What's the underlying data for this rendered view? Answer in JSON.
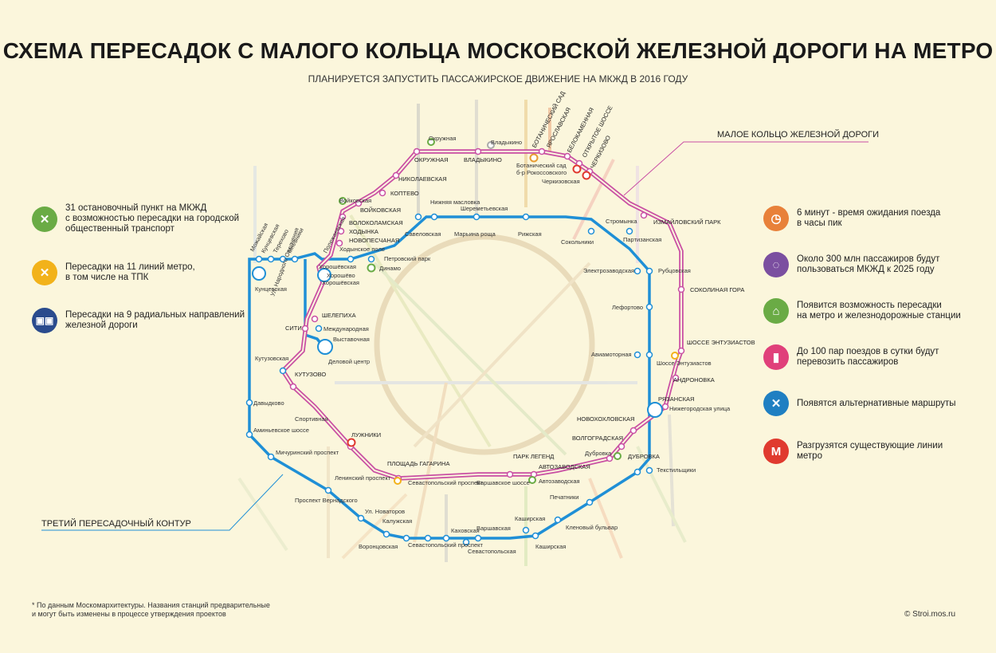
{
  "title": "СХЕМА ПЕРЕСАДОК С МАЛОГО КОЛЬЦА МОСКОВСКОЙ ЖЕЛЕЗНОЙ ДОРОГИ НА МЕТРО",
  "subtitle": "ПЛАНИРУЕТСЯ ЗАПУСТИТЬ ПАССАЖИРСКОЕ ДВИЖЕНИЕ НА МКЖД В 2016 ГОДУ",
  "callouts": {
    "mkzd": "МАЛОЕ КОЛЬЦО ЖЕЛЕЗНОЙ ДОРОГИ",
    "tpk": "ТРЕТИЙ ПЕРЕСАДОЧНЫЙ КОНТУР"
  },
  "legend_left": [
    {
      "icon": "rail-cross-icon",
      "color": "#6aab45",
      "line1": "31 остановочный пункт на МКЖД",
      "line2": "с возможностью пересадки на городской",
      "line3": "общественный транспорт"
    },
    {
      "icon": "metro-cross-icon",
      "color": "#f2b21a",
      "line1": "Пересадки на 11 линий метро,",
      "line2": "в том числе на ТПК",
      "line3": ""
    },
    {
      "icon": "train-icon",
      "color": "#2a4b8d",
      "line1": "Пересадки на 9 радиальных направлений",
      "line2": "железной дороги",
      "line3": ""
    }
  ],
  "legend_right": [
    {
      "icon": "clock-icon",
      "color": "#e8813a",
      "line1": "6 минут - время ожидания поезда",
      "line2": "в часы пик"
    },
    {
      "icon": "people-icon",
      "color": "#7b4fa0",
      "line1": "Около 300 млн пассажиров будут",
      "line2": "пользоваться МКЖД к 2025 году"
    },
    {
      "icon": "station-icon",
      "color": "#6aab45",
      "line1": "Появится возможность пересадки",
      "line2": "на метро и железнодорожные станции"
    },
    {
      "icon": "train-front-icon",
      "color": "#e0407a",
      "line1": "До 100 пар поездов в сутки будут",
      "line2": "перевозить пассажиров"
    },
    {
      "icon": "route-icon",
      "color": "#1f7fc2",
      "line1": "Появятся альтернативные маршруты",
      "line2": ""
    },
    {
      "icon": "metro-logo-icon",
      "color": "#e03a2f",
      "line1": "Разгрузятся существующие линии метро",
      "line2": ""
    }
  ],
  "mkzd_stations": [
    "Окружная",
    "Владыкино",
    "Ботанический сад",
    "Ярославская",
    "Белокаменная",
    "Открытое шоссе",
    "Черкизово",
    "Николаевская",
    "Коптево",
    "Войковская",
    "Волоколамская",
    "Ходынка",
    "Новопесчаная",
    "Измайловский парк",
    "Соколиная гора",
    "Шоссе Энтузиастов",
    "Андроновка",
    "Рязанская",
    "Новохохловская",
    "Волгоградская",
    "Дубровка",
    "Автозаводская",
    "Парк Легенд",
    "Площадь Гагарина",
    "Лужники",
    "Кутузово",
    "Шелепиха",
    "Сити",
    "Хорошёвская",
    "Полежаевская"
  ],
  "tpk_stations": [
    "Савеловская",
    "Марьина роща",
    "Рижская",
    "Сокольники",
    "Нижняя масловка",
    "Шереметьевская",
    "Стромынка",
    "Партизанская",
    "Рубцовская",
    "Электрозаводская",
    "Лефортово",
    "Авиамоторная",
    "Шоссе Энтузиастов",
    "Нижегородская улица",
    "Текстильщики",
    "Печатники",
    "Кленовый бульвар",
    "Каширская",
    "Варшавская",
    "Каховская",
    "Севастопольская",
    "Севастопольский проспект",
    "Калужская",
    "Ул. Новаторов",
    "Воронцовская",
    "Проспект Вернадского",
    "Мичуринский проспект",
    "Аминьевское шоссе",
    "Давыдково",
    "Кутузовская",
    "Деловой центр",
    "Выставочная",
    "Международная",
    "Хорошёво",
    "Ходынское поле",
    "Петровский парк",
    "Динамо",
    "Можайская",
    "Кунцевская",
    "Терехово",
    "Мнёвники",
    "Ул. Народного Ополчения"
  ],
  "other_labels": [
    "Окружная",
    "Владыкино",
    "Ботанический сад",
    "б-р Рокоссовского",
    "Черкизовская",
    "Войковская",
    "Хорошёвская",
    "Кунцевская",
    "Спортивная",
    "Ленинский проспект",
    "Автозаводская",
    "Дубровка",
    "Севастопольский проспект",
    "Варшавское шоссе",
    "Шоссе Энтузиастов"
  ],
  "footnote_line1": "* По данным Москомархитектуры. Названия станций предварительные",
  "footnote_line2": "и могут быть изменены в процессе утверждения проектов",
  "copyright": "© Stroi.mos.ru",
  "colors": {
    "mkzd": "#c94fa3",
    "tpk": "#1f8fd6",
    "background": "#fbf6dc"
  }
}
